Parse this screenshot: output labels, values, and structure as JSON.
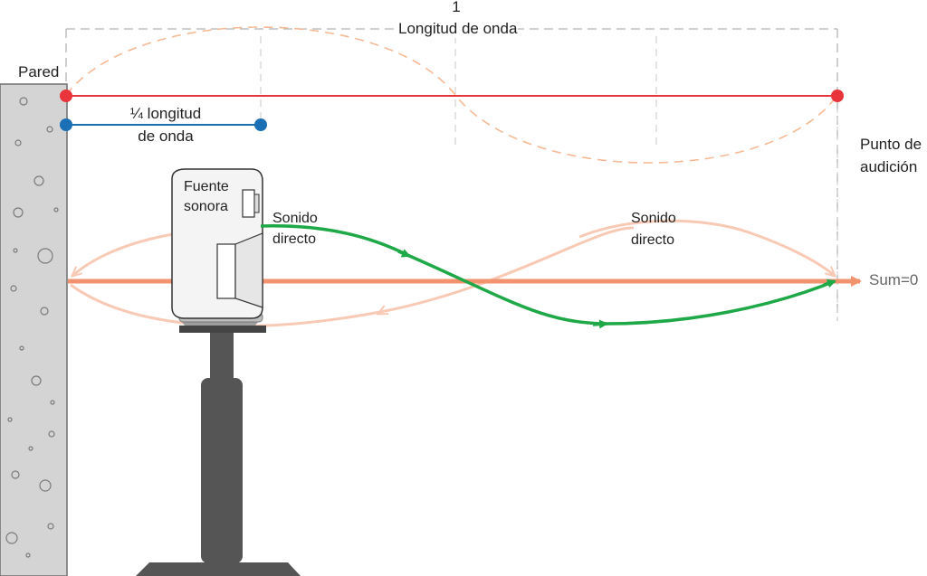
{
  "diagram": {
    "wavelength_number": "1",
    "wavelength_label": "Longitud de onda",
    "wall_label": "Pared",
    "quarter_label_line1": "¼ longitud",
    "quarter_label_line2": "de onda",
    "listening_label_line1": "Punto de",
    "listening_label_line2": "audición",
    "source_label_line1": "Fuente",
    "source_label_line2": "sonora",
    "direct_label_left_line1": "Sonido",
    "direct_label_left_line2": "directo",
    "direct_label_right_line1": "Sonido",
    "direct_label_right_line2": "directo",
    "sum_label": "Sum=0"
  },
  "colors": {
    "red_line": "#e8343a",
    "blue_line": "#1a6fb5",
    "green_wave": "#1fa847",
    "orange_axis": "#f2926e",
    "reflected_wave": "#f8c9b4",
    "dashed_wave": "#f6b994",
    "dashed_grid": "#b5b5b5",
    "wall_fill": "#d4d4d4",
    "stand": "#555555"
  }
}
